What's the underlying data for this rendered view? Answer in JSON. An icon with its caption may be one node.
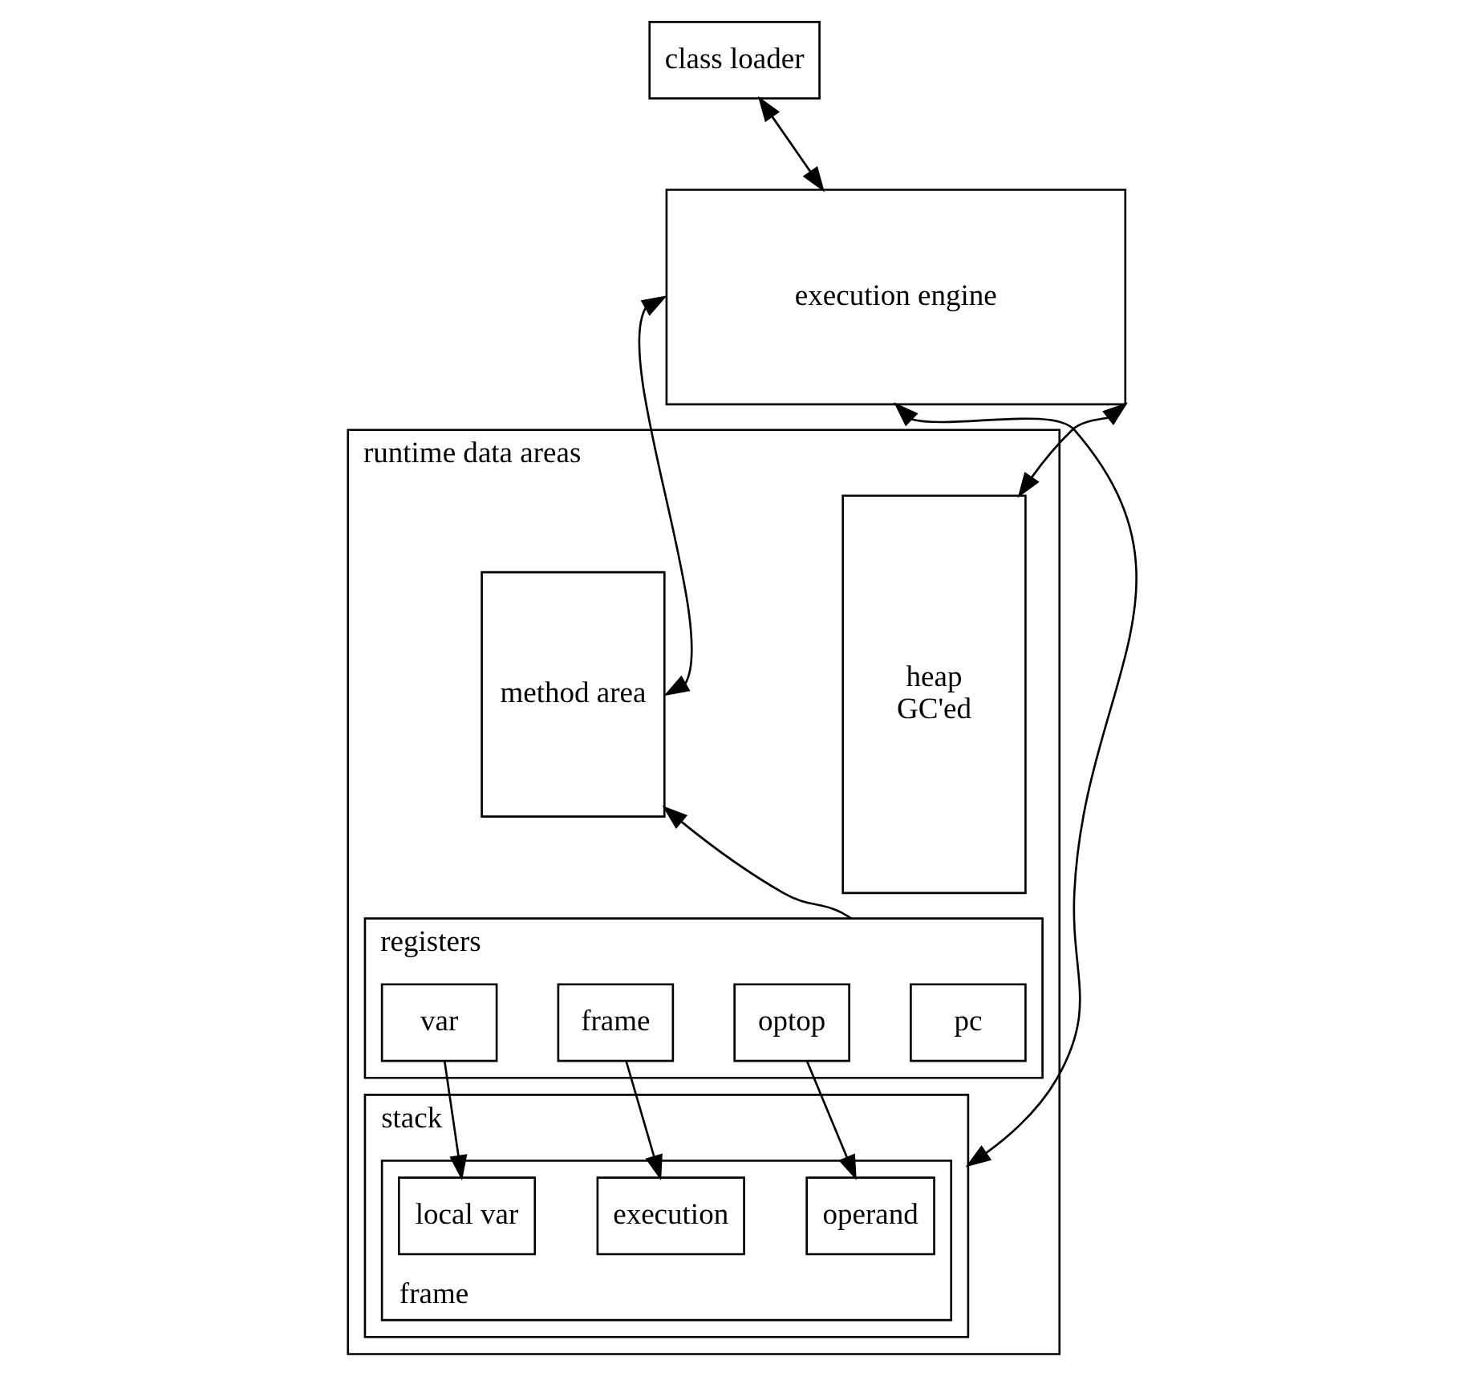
{
  "diagram": {
    "nodes": [
      {
        "text": [
          "class loader"
        ]
      },
      {
        "text": [
          "runtime data areas"
        ]
      },
      {
        "text": [
          "execution engine"
        ]
      },
      {
        "text": [
          "method area"
        ],
        "in": 1
      },
      {
        "text": [
          "registers"
        ],
        "in": 1
      },
      {
        "text": [
          "pc"
        ],
        "in": 4
      },
      {
        "text": [
          "optop"
        ],
        "in": 4
      },
      {
        "text": [
          "frame"
        ],
        "in": 4
      },
      {
        "text": [
          "var"
        ],
        "in": 4
      },
      {
        "text": [
          "stack"
        ],
        "in": 1
      },
      {
        "text": [
          "frame"
        ],
        "in": 9
      },
      {
        "text": [
          "operand"
        ],
        "in": 10
      },
      {
        "text": [
          "execution"
        ],
        "in": 10
      },
      {
        "text": [
          "local var"
        ],
        "in": 10
      },
      {
        "text": [
          "heap",
          "GC'ed"
        ],
        "in": 1
      }
    ],
    "edges": [
      {
        "from": 0,
        "to": 2,
        "arrow": "both"
      },
      {
        "from": 3,
        "to": 2,
        "arrow": "both"
      },
      {
        "from": 4,
        "to": 3,
        "arrow": "to"
      },
      {
        "from": 2,
        "to": 9,
        "arrow": "both"
      },
      {
        "from": 2,
        "to": 14,
        "arrow": "both"
      },
      {
        "from": 6,
        "to": 11,
        "arrow": "to"
      },
      {
        "from": 7,
        "to": 12,
        "arrow": "to"
      },
      {
        "from": 8,
        "to": 13,
        "arrow": "to"
      }
    ]
  }
}
